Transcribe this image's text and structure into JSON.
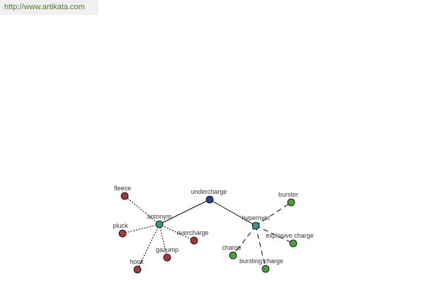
{
  "header": {
    "url": "http://www.artikata.com"
  },
  "colors": {
    "center": "#2b3f8c",
    "relation": "#3f8f8f",
    "antonym_leaf": "#9a3b3f",
    "hypernym_leaf": "#4f9a3f"
  },
  "graph": {
    "center": {
      "label": "undercharge"
    },
    "relations": [
      {
        "id": "antonym",
        "label": "antonym",
        "leaves": [
          {
            "label": "fleece"
          },
          {
            "label": "pluck"
          },
          {
            "label": "hook"
          },
          {
            "label": "gazump"
          },
          {
            "label": "overcharge"
          }
        ]
      },
      {
        "id": "hypernym",
        "label": "hypernym",
        "leaves": [
          {
            "label": "burster"
          },
          {
            "label": "explosive charge"
          },
          {
            "label": "bursting charge"
          },
          {
            "label": "charge"
          }
        ]
      }
    ]
  }
}
